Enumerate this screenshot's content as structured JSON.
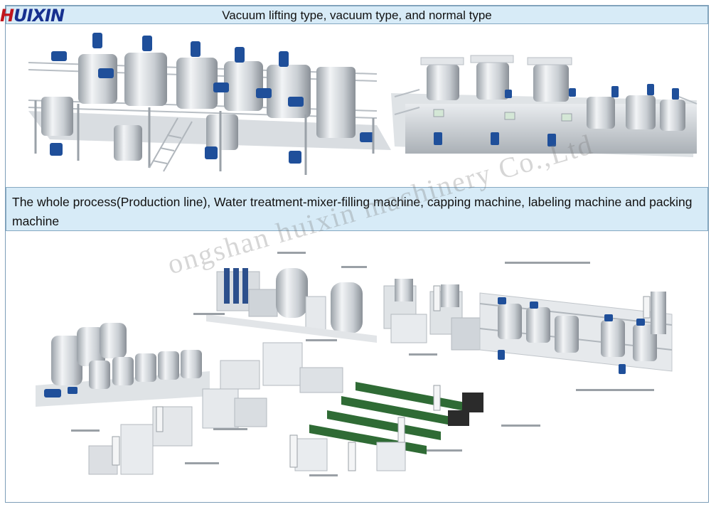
{
  "logo": {
    "first": "H",
    "rest": "UIXIN"
  },
  "header": {
    "title": "Vacuum lifting type, vacuum type, and normal type"
  },
  "section2": {
    "title": "The whole process(Production line), Water treatment-mixer-filling machine, capping machine, labeling machine and packing machine"
  },
  "watermark": {
    "text": "ongshan huixin machinery Co.,Ltd"
  },
  "colors": {
    "bar_bg": "#d7ebf7",
    "bar_border": "#86a9c2",
    "logo_blue": "#16308f",
    "logo_red": "#c0161d",
    "motor_blue": "#1f4f9a"
  },
  "images": [
    {
      "name": "normal-type-mixer-plant-image",
      "description_icon": "mixing-tank-platform-icon"
    },
    {
      "name": "vacuum-homogenizer-line-image",
      "description_icon": "vacuum-homogenizer-icon"
    },
    {
      "name": "production-line-overview-image",
      "description_icon": "production-line-icon"
    }
  ]
}
